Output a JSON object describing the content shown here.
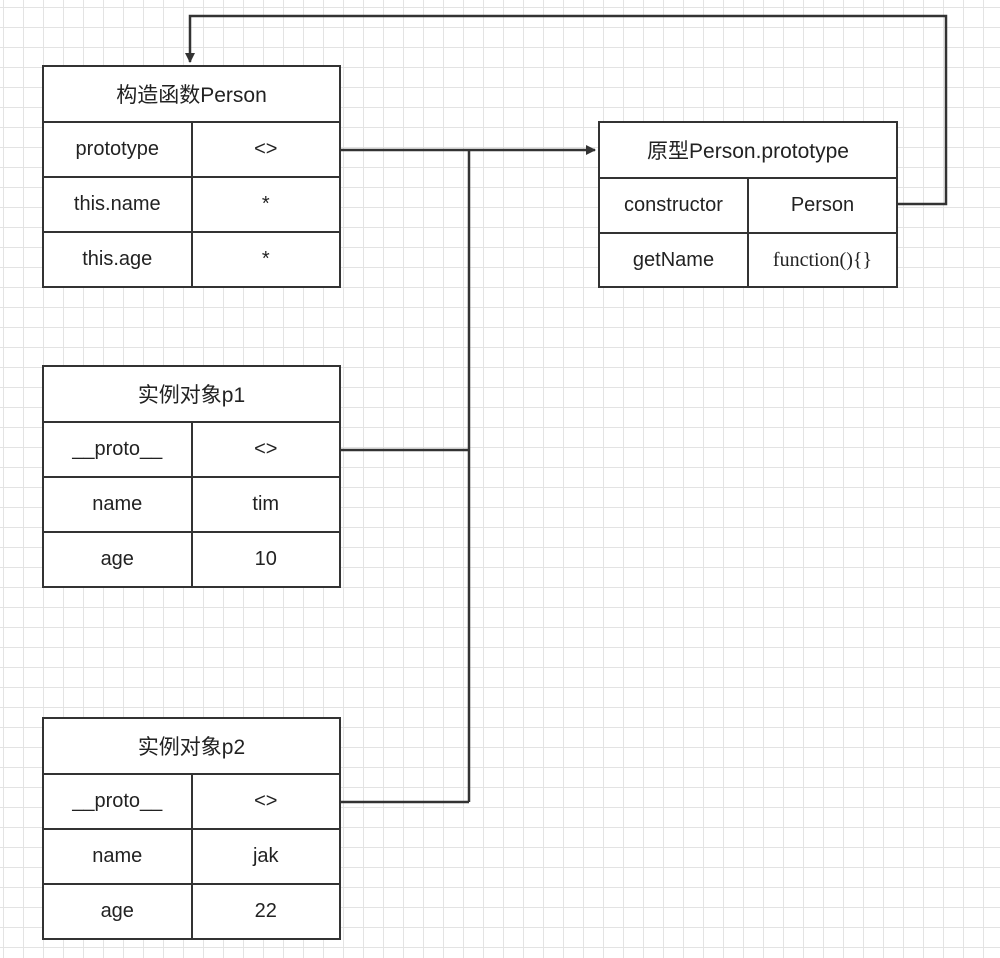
{
  "constructor_table": {
    "title": "构造函数Person",
    "rows": [
      {
        "key": "prototype",
        "value": "<>"
      },
      {
        "key": "this.name",
        "value": "*"
      },
      {
        "key": "this.age",
        "value": "*"
      }
    ]
  },
  "prototype_table": {
    "title": "原型Person.prototype",
    "rows": [
      {
        "key": "constructor",
        "value": "Person"
      },
      {
        "key": "getName",
        "value": "function(){}"
      }
    ]
  },
  "instance_p1": {
    "title": "实例对象p1",
    "rows": [
      {
        "key": "__proto__",
        "value": "<>"
      },
      {
        "key": "name",
        "value": "tim"
      },
      {
        "key": "age",
        "value": "10"
      }
    ]
  },
  "instance_p2": {
    "title": "实例对象p2",
    "rows": [
      {
        "key": "__proto__",
        "value": "<>"
      },
      {
        "key": "name",
        "value": "jak"
      },
      {
        "key": "age",
        "value": "22"
      }
    ]
  },
  "colors": {
    "line": "#333333",
    "grid": "#e3e3e3",
    "background": "#ffffff"
  }
}
